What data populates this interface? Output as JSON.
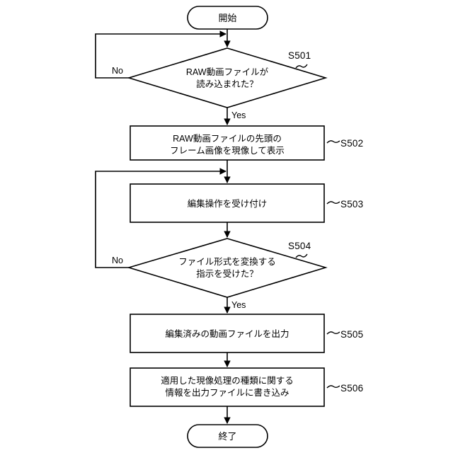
{
  "diagram": {
    "type": "flowchart",
    "title_visible": false,
    "colors": {
      "stroke": "#000000",
      "fill": "#ffffff",
      "background": "#ffffff"
    },
    "terminals": {
      "start": "開始",
      "end": "終了"
    },
    "branch_labels": {
      "yes": "Yes",
      "no": "No"
    },
    "nodes": [
      {
        "id": "S501",
        "shape": "decision",
        "text": "RAW動画ファイルが\n読み込まれた？",
        "step_label": "S501"
      },
      {
        "id": "S502",
        "shape": "process",
        "text": "RAW動画ファイルの先頭の\nフレーム画像を現像して表示",
        "step_label": "S502"
      },
      {
        "id": "S503",
        "shape": "process",
        "text": "編集操作を受け付け",
        "step_label": "S503"
      },
      {
        "id": "S504",
        "shape": "decision",
        "text": "ファイル形式を変換する\n指示を受けた？",
        "step_label": "S504"
      },
      {
        "id": "S505",
        "shape": "process",
        "text": "編集済みの動画ファイルを出力",
        "step_label": "S505"
      },
      {
        "id": "S506",
        "shape": "process",
        "text": "適用した現像処理の種類に関する\n情報を出力ファイルに書き込み",
        "step_label": "S506"
      }
    ],
    "branch_markers": [
      {
        "name": "s501-no",
        "text": "No"
      },
      {
        "name": "s501-yes",
        "text": "Yes"
      },
      {
        "name": "s504-no",
        "text": "No"
      },
      {
        "name": "s504-yes",
        "text": "Yes"
      }
    ]
  }
}
